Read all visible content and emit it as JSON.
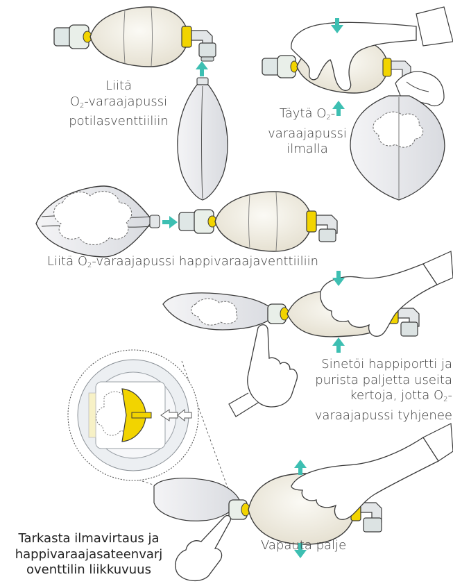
{
  "steps": [
    {
      "text_a": "Liitä",
      "text_b_pre": "O",
      "text_b_sub": "2",
      "text_b_post": "-varaajapussi",
      "text_c": "potilasventtiiliin"
    },
    {
      "text_a_pre": "Täytä O",
      "text_a_sub": "2",
      "text_a_post": "-",
      "text_b": "varaajapussi",
      "text_c": "ilmalla"
    },
    {
      "text_pre": "Liitä O",
      "text_sub": "2",
      "text_post": "-varaajapussi happivaraajaventtiiliin"
    },
    {
      "line1": "Sinetöi happiportti ja",
      "line2": "purista paljetta useita",
      "line3_pre": "kertoja, jotta O",
      "line3_sub": "2",
      "line3_post": "-",
      "line4": "varaajapussi tyhjenee"
    },
    {
      "line1": "Vapauta palje"
    },
    {
      "line1": "Tarkasta ilmavirtaus ja",
      "line2": "happivaraajasateenvarj",
      "line3": "oventtilin liikkuvuus"
    }
  ],
  "colors": {
    "arrow": "#3dbfb2",
    "collar": "#f2d400",
    "bag": "#f2efe6",
    "outline": "#3a3a3a"
  }
}
